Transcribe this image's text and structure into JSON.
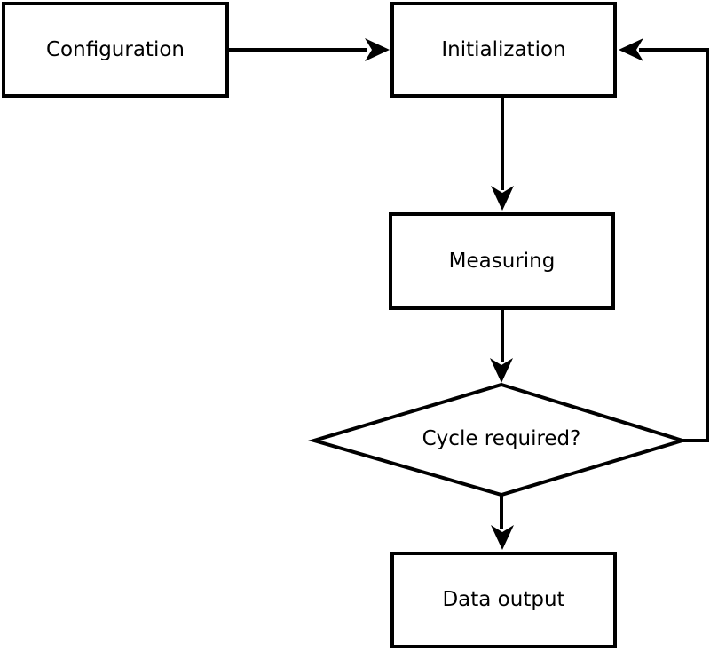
{
  "colors": {
    "stroke": "#000000",
    "background": "#ffffff",
    "text": "#000000"
  },
  "nodes": {
    "configuration": {
      "label": "Configuration",
      "shape": "rect"
    },
    "initialization": {
      "label": "Initialization",
      "shape": "rect"
    },
    "measuring": {
      "label": "Measuring",
      "shape": "rect"
    },
    "cycle_required": {
      "label": "Cycle required?",
      "shape": "diamond"
    },
    "data_output": {
      "label": "Data output",
      "shape": "rect"
    }
  },
  "edges": [
    {
      "from": "configuration",
      "to": "initialization",
      "direction": "right"
    },
    {
      "from": "initialization",
      "to": "measuring",
      "direction": "down"
    },
    {
      "from": "measuring",
      "to": "cycle_required",
      "direction": "down"
    },
    {
      "from": "cycle_required",
      "to": "data_output",
      "direction": "down"
    },
    {
      "from": "cycle_required",
      "to": "initialization",
      "direction": "loop-back-right-up"
    }
  ]
}
